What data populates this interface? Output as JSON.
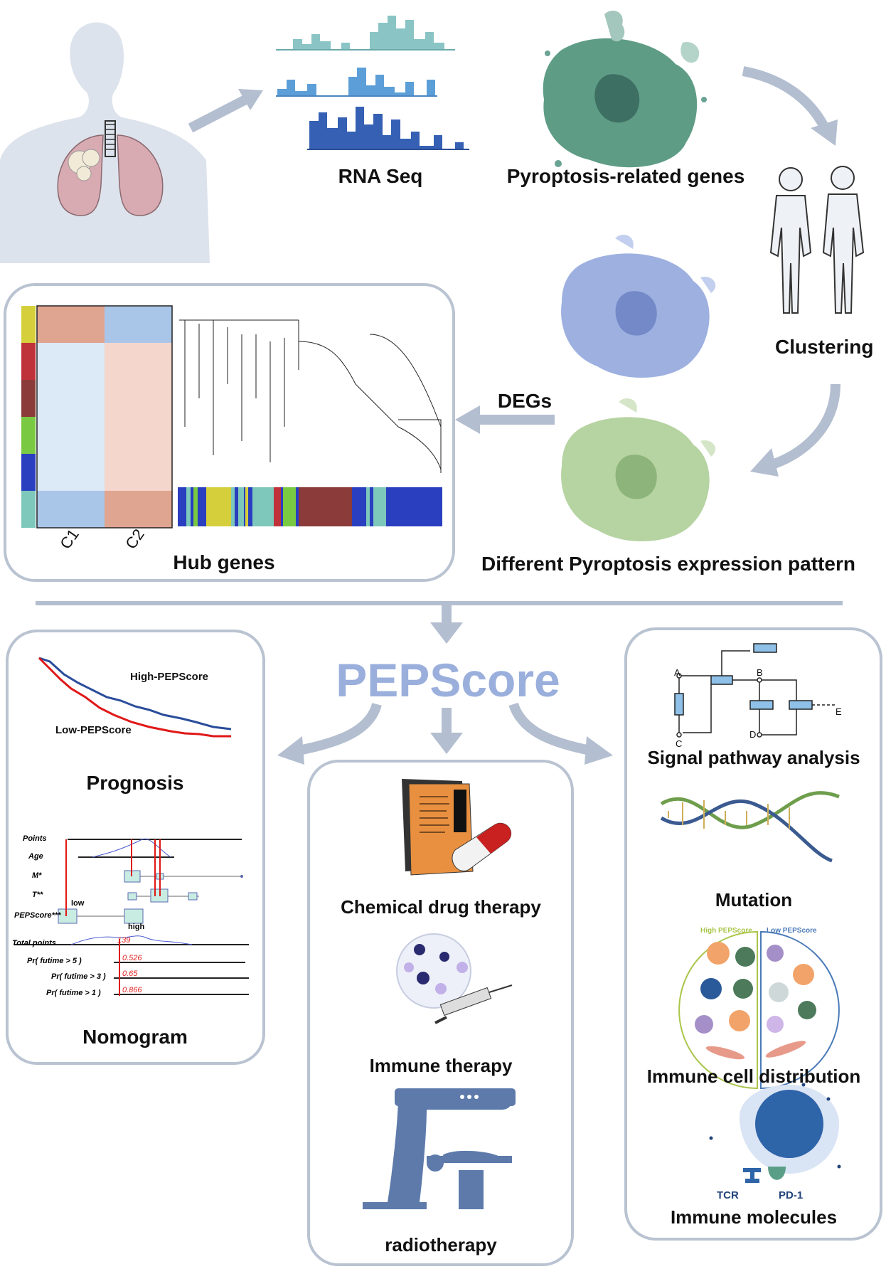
{
  "top": {
    "rna_seq": "RNA Seq",
    "pyroptosis_genes": "Pyroptosis-related genes",
    "clustering": "Clustering",
    "degs": "DEGs",
    "pattern": "Different Pyroptosis expression pattern",
    "hub_genes": "Hub genes",
    "c1": "C1",
    "c2": "C2"
  },
  "center": {
    "pepscore": "PEPScore",
    "pepscore_color": "#9aafdc"
  },
  "left_panel": {
    "high": "High-PEPScore",
    "low": "Low-PEPScore",
    "prognosis": "Prognosis",
    "nomogram": "Nomogram",
    "rows": [
      "Points",
      "Age",
      "M*",
      "T**",
      "PEPScore***",
      "Total points",
      "Pr( futime > 5 )",
      "Pr( futime > 3 )",
      "Pr( futime > 1 )"
    ],
    "low_tag": "low",
    "high_tag": "high",
    "total_value": "139",
    "p5": "0.526",
    "p3": "0.65",
    "p1": "0.866"
  },
  "middle_panel": {
    "chemical": "Chemical drug therapy",
    "immune": "Immune therapy",
    "radio": "radiotherapy"
  },
  "right_panel": {
    "signal": "Signal pathway analysis",
    "nodes": [
      "A",
      "B",
      "C",
      "D",
      "E"
    ],
    "mutation": "Mutation",
    "high_pep": "High PEPScore",
    "low_pep": "Low PEPScore",
    "cell_dist": "Immune cell distribution",
    "tcr": "TCR",
    "pd1": "PD-1",
    "molecules": "Immune molecules"
  },
  "colors": {
    "arrow": "#b3bed0",
    "panel_border": "#b9c3d1",
    "km_high": "#2a4d9b",
    "km_low": "#e01818",
    "lung": "#d8aab2"
  }
}
